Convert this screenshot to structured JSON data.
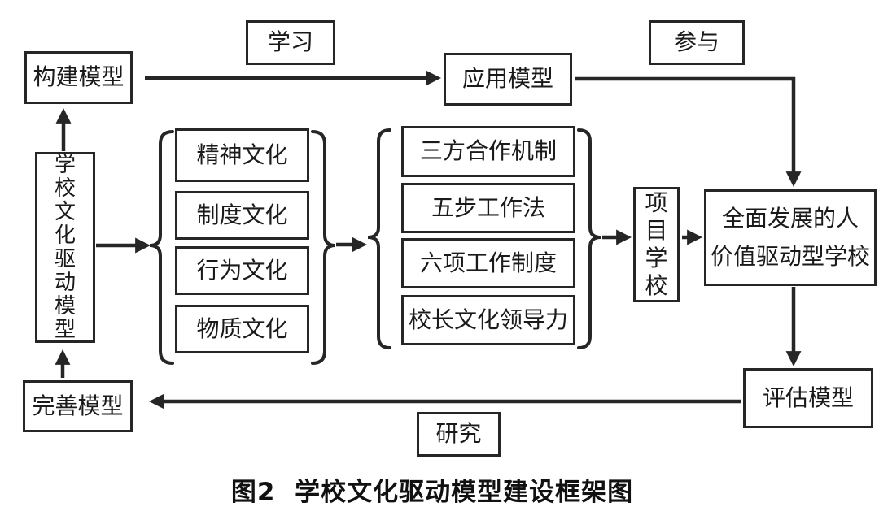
{
  "diagram": {
    "caption": "图2  学校文化驱动模型建设框架图",
    "nodes": {
      "build_model": "构建模型",
      "learn": "学习",
      "apply_model": "应用模型",
      "participate": "参与",
      "school_culture_driven_model": "学校文化驱动模型",
      "culture_items": [
        "精神文化",
        "制度文化",
        "行为文化",
        "物质文化"
      ],
      "mechanism_items": [
        "三方合作机制",
        "五步工作法",
        "六项工作制度",
        "校长文化领导力"
      ],
      "project_school": "项目学校",
      "outcome_line1": "全面发展的人",
      "outcome_line2": "价值驱动型学校",
      "evaluate_model": "评估模型",
      "research": "研究",
      "improve_model": "完善模型"
    },
    "colors": {
      "line": "#262626",
      "text": "#1a1a1a",
      "background": "#ffffff"
    }
  }
}
